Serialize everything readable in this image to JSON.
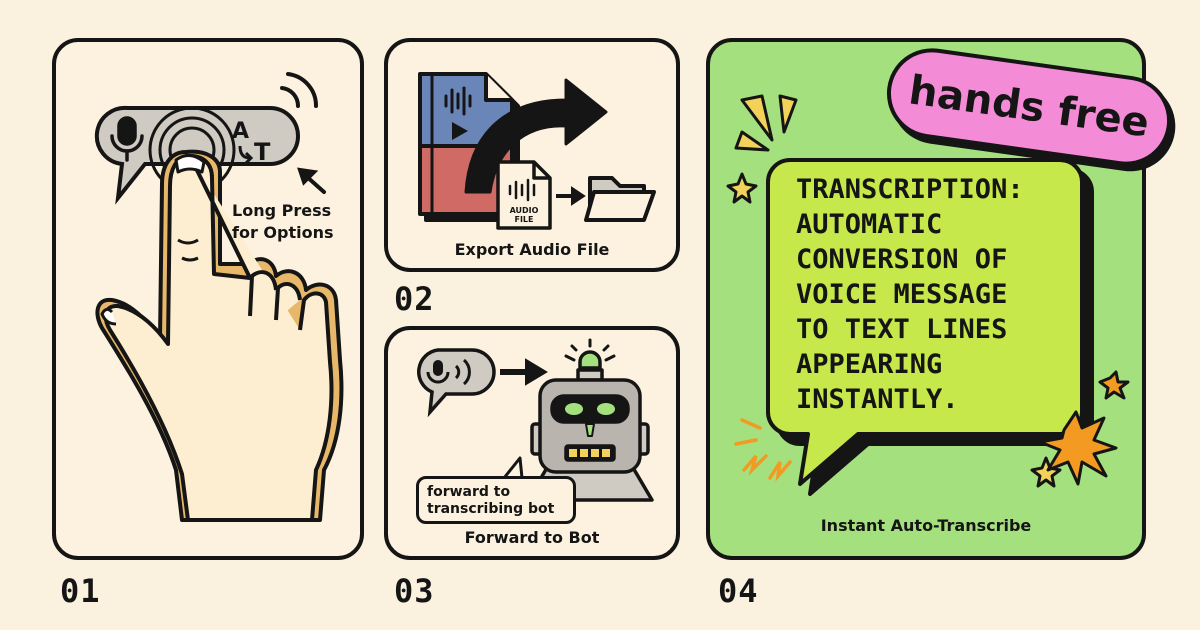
{
  "steps": [
    {
      "number": "01",
      "caption": "Long Press for Options",
      "icons": [
        "microphone-icon",
        "translate-icon",
        "hand-pointer-icon",
        "sound-waves-icon",
        "arrow-icon"
      ]
    },
    {
      "number": "02",
      "caption": "Export Audio File",
      "file_label": "AUDIO FILE",
      "icons": [
        "video-file-icon",
        "curved-arrow-icon",
        "audio-file-icon",
        "folder-icon"
      ]
    },
    {
      "number": "03",
      "caption": "Forward to Bot",
      "bubble_text": "forward to transcribing bot",
      "icons": [
        "voice-message-icon",
        "arrow-icon",
        "robot-icon"
      ]
    },
    {
      "number": "04",
      "caption": "Instant Auto-Transcribe",
      "badge": "hands free",
      "transcript": "TRANSCRIPTION:\nAUTOMATIC\nCONVERSION OF\nVOICE MESSAGE\nTO TEXT LINES\nAPPEARING\nINSTANTLY.",
      "icons": [
        "speech-bubble-icon",
        "spark-icon",
        "star-icon"
      ]
    }
  ],
  "colors": {
    "background": "#fbf1df",
    "outline": "#151515",
    "panel4_green": "#a5e07e",
    "bubble_green": "#c7e84a",
    "badge_pink": "#f48bd6",
    "file_blue": "#6a86b8",
    "file_red": "#cf6a64",
    "skin": "#fdeed2",
    "skin_shadow": "#e8b86a",
    "accent_orange": "#f29a22"
  }
}
